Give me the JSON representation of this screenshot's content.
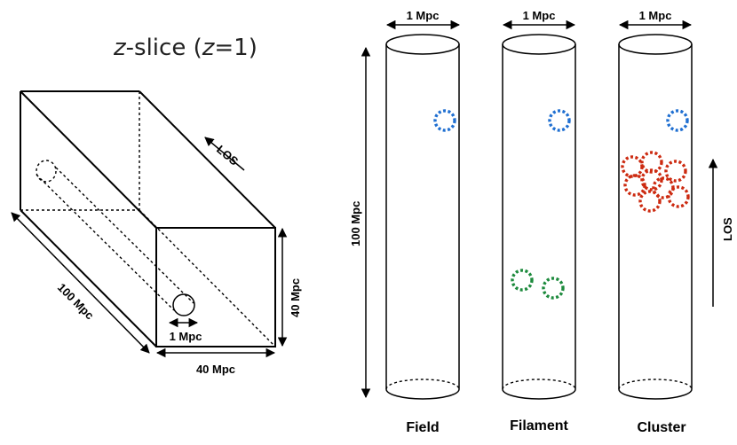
{
  "slice_panel": {
    "title_var": "z",
    "title_word": "-slice (",
    "title_var2": "z",
    "title_value": "=1)",
    "los_label": "LOS",
    "length_label": "100 Mpc",
    "height_label": "40 Mpc",
    "width_label": "40 Mpc",
    "tube_width_label": "1 Mpc"
  },
  "cylinders_panel": {
    "height_label": "100 Mpc",
    "los_label": "LOS",
    "cylinders": [
      {
        "name": "Field",
        "width_label": "1 Mpc"
      },
      {
        "name": "Filament",
        "width_label": "1 Mpc"
      },
      {
        "name": "Cluster",
        "width_label": "1 Mpc"
      }
    ]
  },
  "colors": {
    "field_galaxy": "#1f6fd1",
    "filament_galaxy": "#1c8a3c",
    "cluster_galaxy": "#cc2a10"
  }
}
